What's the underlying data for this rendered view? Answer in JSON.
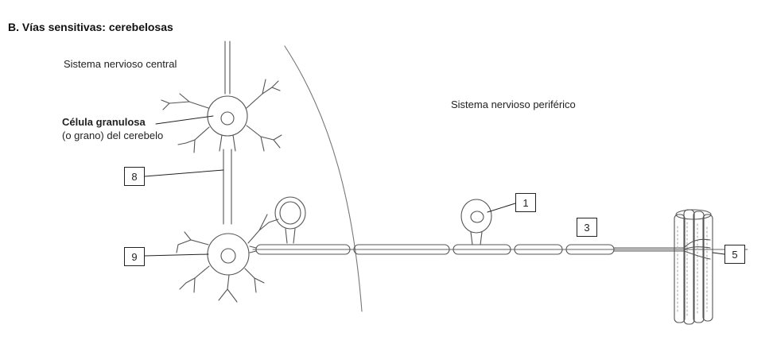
{
  "figure": {
    "title": "B. Vías sensitivas: cerebelosas",
    "regions": {
      "central": "Sistema nervioso central",
      "peripheral": "Sistema nervioso periférico"
    },
    "cell_label": {
      "bold": "Célula granulosa",
      "sub": "(o grano) del cerebelo"
    },
    "callouts": [
      {
        "id": "box-8",
        "text": "8"
      },
      {
        "id": "box-9",
        "text": "9"
      },
      {
        "id": "box-1",
        "text": "1"
      },
      {
        "id": "box-3",
        "text": "3"
      },
      {
        "id": "box-5",
        "text": "5"
      }
    ]
  }
}
